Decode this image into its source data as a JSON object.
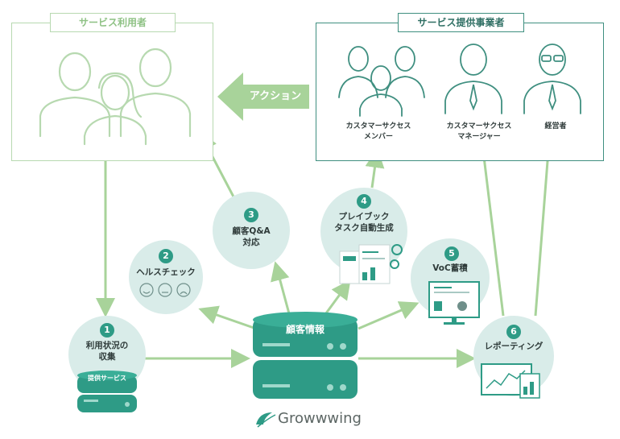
{
  "users_box": {
    "title": "サービス利用者"
  },
  "provider_box": {
    "title": "サービス提供事業者",
    "roles": [
      {
        "label": "カスタマーサクセス\nメンバー"
      },
      {
        "label": "カスタマーサクセス\nマネージャー"
      },
      {
        "label": "経営者"
      }
    ]
  },
  "action_label": "アクション",
  "steps": [
    {
      "num": "1",
      "label": "利用状況の\n収集",
      "sub": "提供サービス"
    },
    {
      "num": "2",
      "label": "ヘルスチェック"
    },
    {
      "num": "3",
      "label": "顧客Q&A\n対応"
    },
    {
      "num": "4",
      "label": "プレイブック\nタスク自動生成"
    },
    {
      "num": "5",
      "label": "VoC蓄積"
    },
    {
      "num": "6",
      "label": "レポーティング"
    }
  ],
  "center": {
    "label": "顧客情報"
  },
  "brand": {
    "name": "Growwwing"
  },
  "colors": {
    "teal": "#2e9b86",
    "green_line": "#a8d39a",
    "circle_fill": "#d9ece9",
    "box_border": "#b7d9b0",
    "provider_border": "#3f8f80"
  }
}
